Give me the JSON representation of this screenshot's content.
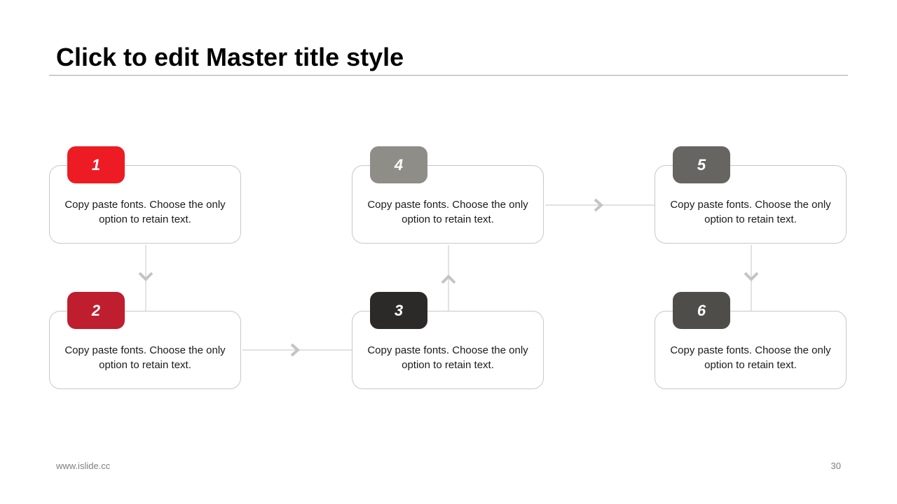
{
  "slide": {
    "title": "Click to edit Master title style",
    "footer_url": "www.islide.cc",
    "page_number": "30"
  },
  "steps": [
    {
      "number": "1",
      "text": "Copy paste fonts. Choose the only option to retain text.",
      "color": "#ed1c24"
    },
    {
      "number": "2",
      "text": "Copy paste fonts. Choose the only option to retain text.",
      "color": "#be1e2d"
    },
    {
      "number": "3",
      "text": "Copy paste fonts. Choose the only option to retain text.",
      "color": "#2b2a29"
    },
    {
      "number": "4",
      "text": "Copy paste fonts. Choose the only option to retain text.",
      "color": "#8f8d88"
    },
    {
      "number": "5",
      "text": "Copy paste fonts. Choose the only option to retain text.",
      "color": "#676561"
    },
    {
      "number": "6",
      "text": "Copy paste fonts. Choose the only option to retain text.",
      "color": "#4f4d4a"
    }
  ],
  "connectors": [
    {
      "from": "1",
      "to": "2",
      "direction": "down"
    },
    {
      "from": "2",
      "to": "3",
      "direction": "right"
    },
    {
      "from": "3",
      "to": "4",
      "direction": "up"
    },
    {
      "from": "4",
      "to": "5",
      "direction": "right"
    },
    {
      "from": "5",
      "to": "6",
      "direction": "down"
    }
  ],
  "colors": {
    "card_border": "#c8c8c8",
    "connector": "#c8c8c8",
    "rule": "#a6a6a6"
  }
}
